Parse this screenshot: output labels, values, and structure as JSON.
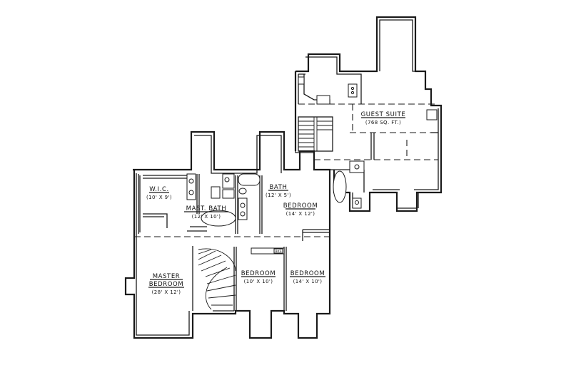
{
  "rooms": {
    "guest_suite": {
      "name": "GUEST SUITE",
      "area": "(768 SQ. FT.)"
    },
    "wic": {
      "name": "W.I.C.",
      "size": "(10' X 9')"
    },
    "mast_bath": {
      "name": "MAST. BATH",
      "size": "(12' X 10')"
    },
    "bath": {
      "name": "BATH",
      "size": "(12' X 5')"
    },
    "bedroom_right": {
      "name": "BEDROOM",
      "size": "(14' X 12')"
    },
    "master_bedroom": {
      "name_line1": "MASTER",
      "name_line2": "BEDROOM",
      "size": "(28' X 12')"
    },
    "bedroom_mid": {
      "name": "BEDROOM",
      "size": "(10' X 10')"
    },
    "bedroom_east": {
      "name": "BEDROOM",
      "size": "(14' X 10')"
    }
  },
  "fixtures": {
    "closet_label": "BKS"
  }
}
